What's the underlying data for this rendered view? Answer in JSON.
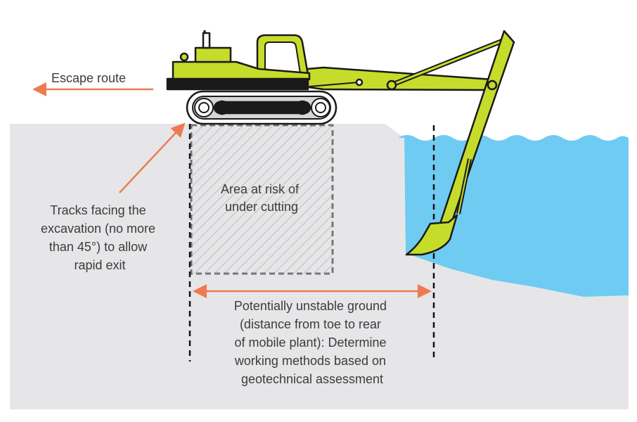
{
  "labels": {
    "escape_route": "Escape route",
    "tracks_facing": [
      "Tracks facing the",
      "excavation (no more",
      "than 45°) to allow",
      "rapid exit"
    ],
    "risk_area": [
      "Area at risk of",
      "under cutting"
    ],
    "unstable_ground": [
      "Potentially unstable ground",
      "(distance from toe to rear",
      "of mobile plant): Determine",
      "working methods based on",
      "geotechnical assessment"
    ]
  },
  "colors": {
    "ground": "#e6e6e8",
    "water": "#6fcbf2",
    "machine": "#c6dc2a",
    "outline": "#1a1a1a",
    "arrow": "#ee7a52",
    "dashed_line": "#111111",
    "hatch": "#bdbdbd"
  }
}
